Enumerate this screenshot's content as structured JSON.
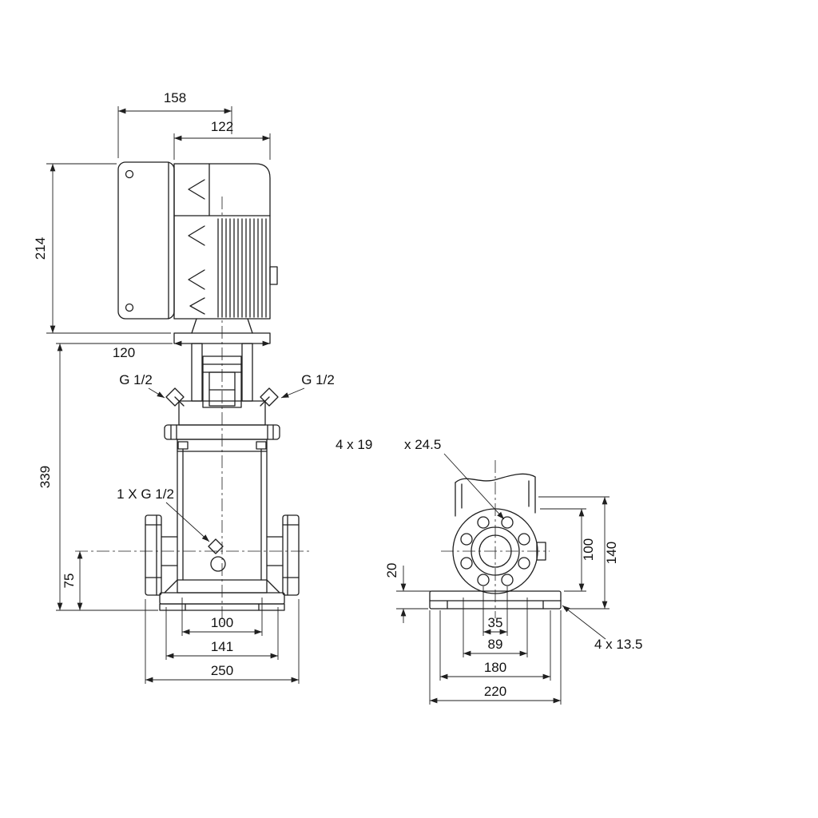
{
  "style": {
    "background": "#ffffff",
    "ink": "#1f1f1f"
  },
  "drawing": {
    "kind": "pump-dimensional-drawing",
    "front": {
      "dim_motor_assembly_width": "158",
      "dim_motor_width": "122",
      "dim_motor_height": "214",
      "dim_stool_width": "120",
      "dim_pump_height": "339",
      "dim_port_height": "75",
      "dim_port_spacing": "100",
      "dim_base_width": "141",
      "dim_overall_length": "250",
      "label_plug_left": "G 1/2",
      "label_plug_right": "G 1/2",
      "label_drain": "1 X G 1/2"
    },
    "side": {
      "callout_flange_holes": "4 x 19",
      "callout_flange_holes_depth": "x 24.5",
      "dim_flange_height": "100",
      "dim_total_height": "140",
      "dim_base_thickness": "20",
      "dim_port_bolt_span": "35",
      "dim_flange_span": "89",
      "dim_foot_hole_spacing": "180",
      "dim_base_length": "220",
      "callout_base_holes": "4 x 13.5"
    }
  }
}
